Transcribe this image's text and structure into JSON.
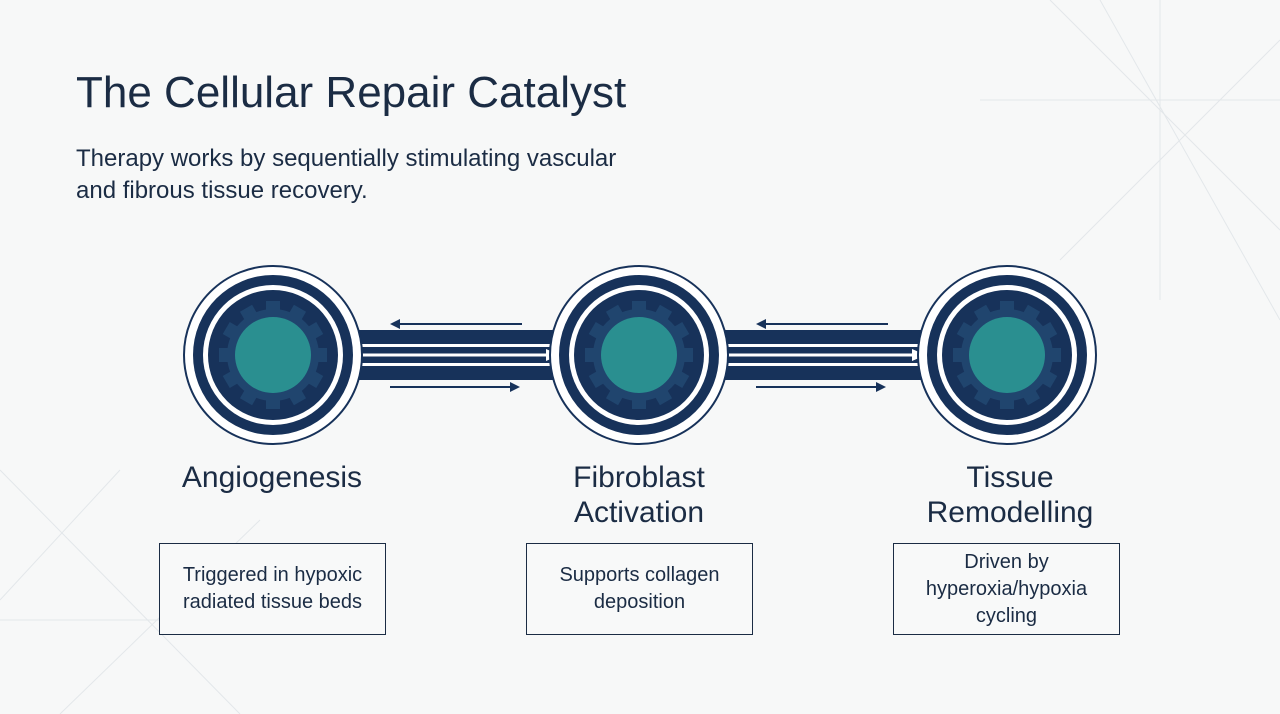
{
  "slide": {
    "title": "The Cellular Repair Catalyst",
    "subtitle": "Therapy works by sequentially stimulating vascular and fibrous tissue recovery."
  },
  "stages": [
    {
      "label": "Angiogenesis",
      "description": "Triggered in hypoxic radiated tissue beds"
    },
    {
      "label": "Fibroblast\nActivation",
      "description": "Supports collagen deposition"
    },
    {
      "label": "Tissue\nRemodelling",
      "description": "Driven by hyperoxia/hypoxia cycling"
    }
  ],
  "colors": {
    "navy": "#17325a",
    "gear": "#20456e",
    "teal": "#2a8f90",
    "text": "#1b2c44",
    "background": "#f7f8f8"
  },
  "icons": [
    "gear-icon",
    "right-arrow-icon",
    "left-arrow-icon"
  ]
}
